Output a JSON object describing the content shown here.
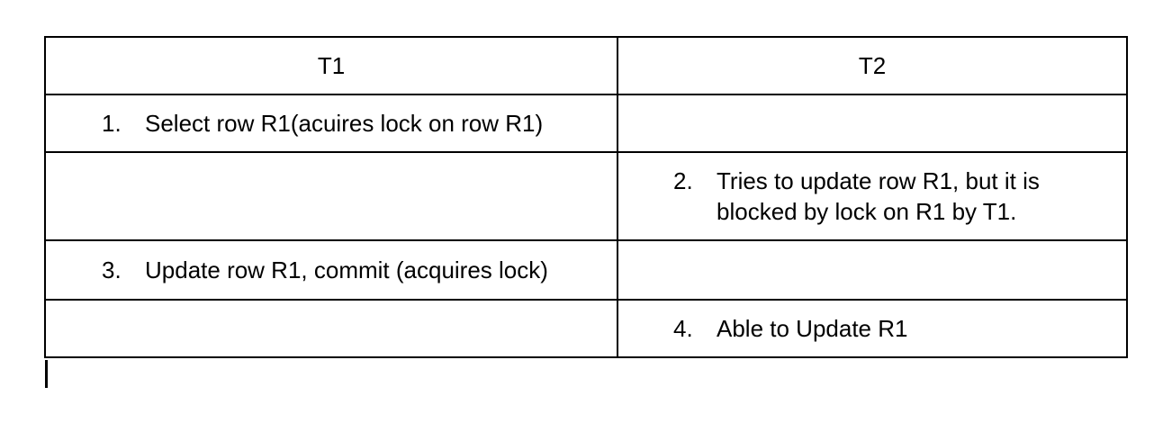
{
  "table": {
    "headers": [
      "T1",
      "T2"
    ],
    "rows": [
      {
        "t1": {
          "num": "1.",
          "text": "Select row R1(acuires lock on row R1)"
        },
        "t2": null
      },
      {
        "t1": null,
        "t2": {
          "num": "2.",
          "text": "Tries to update row R1, but it is blocked by lock on R1 by T1."
        }
      },
      {
        "t1": {
          "num": "3.",
          "text": "Update row R1, commit (acquires lock)"
        },
        "t2": null
      },
      {
        "t1": null,
        "t2": {
          "num": "4.",
          "text": "Able to Update R1"
        }
      }
    ]
  }
}
